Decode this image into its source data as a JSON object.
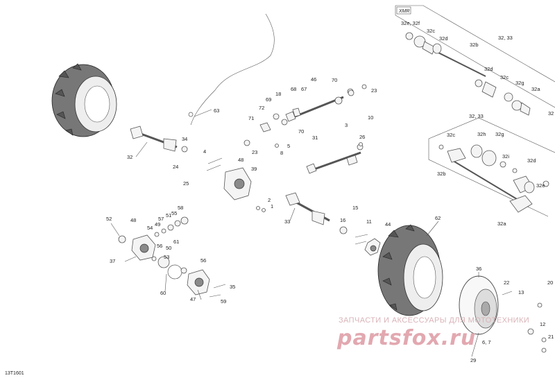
{
  "diagram": {
    "id": "13T1601",
    "callouts": [
      "1",
      "2",
      "3",
      "4",
      "5",
      "6, 7",
      "8",
      "10",
      "11",
      "12",
      "13",
      "15",
      "16",
      "18",
      "20",
      "21",
      "22",
      "23",
      "24",
      "25",
      "26",
      "29",
      "31",
      "32",
      "32, 33",
      "33",
      "35",
      "36",
      "37",
      "39",
      "44",
      "46",
      "47",
      "48",
      "49",
      "50",
      "51",
      "52",
      "53",
      "54",
      "55",
      "56",
      "57",
      "58",
      "59",
      "60",
      "61",
      "62",
      "63",
      "67",
      "68",
      "69",
      "70",
      "71",
      "72"
    ],
    "xmr_tag": "XMR",
    "upper_kit": {
      "title": "32, 33",
      "parts": [
        "32e, 32f",
        "32c",
        "32d",
        "32b",
        "32d",
        "32c",
        "32g",
        "32a",
        "32"
      ]
    },
    "lower_kit": {
      "title": "32, 33",
      "parts": [
        "32c",
        "32h",
        "32g",
        "32i",
        "32d",
        "32e",
        "32b",
        "32a"
      ]
    }
  },
  "watermark": {
    "caption": "ЗАПЧАСТИ И АКСЕССУАРЫ ДЛЯ МОТОТЕХНИКИ",
    "brand": "partsfox.ru"
  }
}
